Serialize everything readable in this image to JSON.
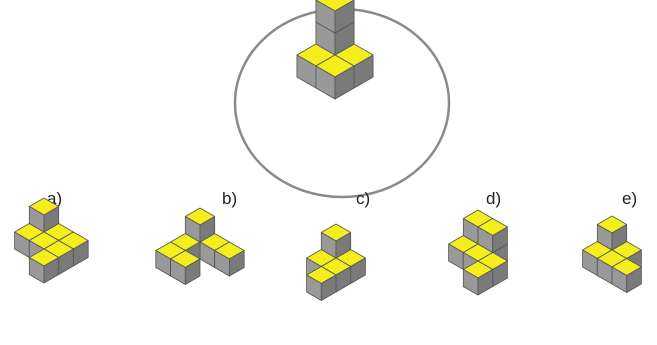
{
  "colors": {
    "top": "#f4ee1c",
    "left": "#999999",
    "right": "#7a7a7a",
    "edge": "#555555",
    "ring": "#8a8a8a"
  },
  "options": [
    {
      "label": "a)"
    },
    {
      "label": "b)"
    },
    {
      "label": "c)"
    },
    {
      "label": "d)"
    },
    {
      "label": "e)"
    }
  ]
}
